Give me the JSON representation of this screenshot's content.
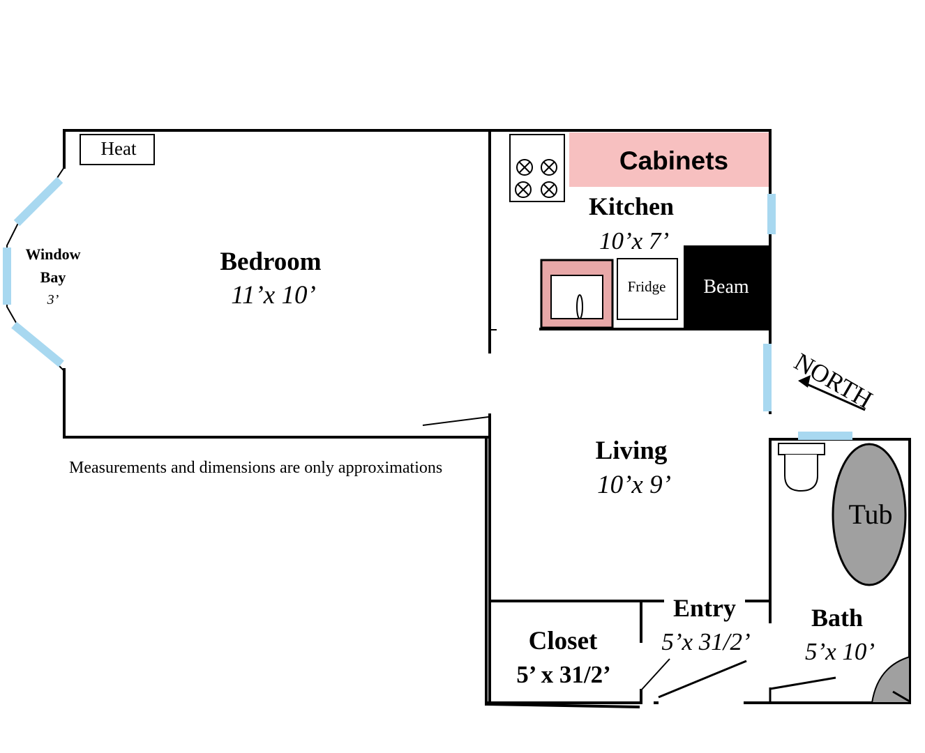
{
  "labels": {
    "heat": "Heat",
    "window_bay": {
      "line1": "Window",
      "line2": "Bay",
      "size": "3’"
    },
    "bedroom": {
      "name": "Bedroom",
      "size": "11’x 10’"
    },
    "cabinets": "Cabinets",
    "kitchen": {
      "name": "Kitchen",
      "size": "10’x 7’"
    },
    "fridge": "Fridge",
    "beam": "Beam",
    "north": "NORTH",
    "note": "Measurements and dimensions are only approximations",
    "living": {
      "name": "Living",
      "size": "10’x 9’"
    },
    "tub": "Tub",
    "entry": {
      "name": "Entry",
      "size": "5’x 31/2’"
    },
    "closet": {
      "name": "Closet",
      "size": "5’ x 31/2’"
    },
    "bath": {
      "name": "Bath",
      "size": "5’x 10’"
    }
  },
  "colors": {
    "wall": "#000000",
    "window": "#a8d8f0",
    "cabinets": "#f7c0c0",
    "sink": "#e8a8a8",
    "beam": "#000000",
    "tub": "#a0a0a0"
  }
}
